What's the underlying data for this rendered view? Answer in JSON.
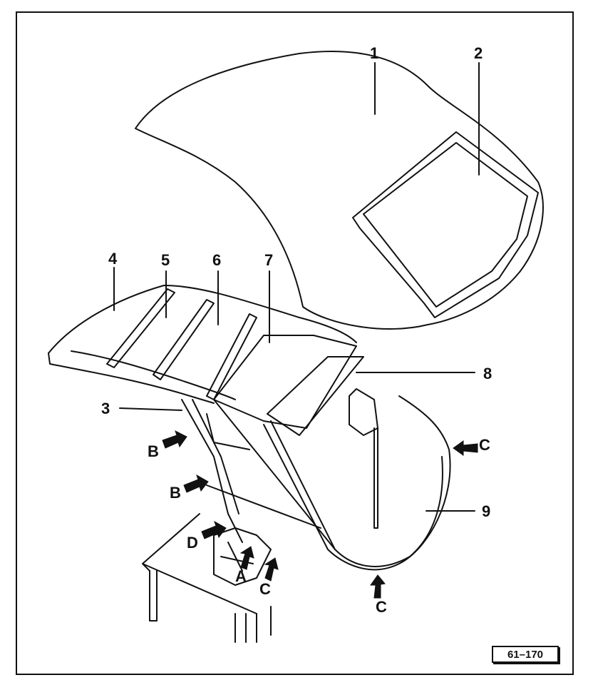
{
  "callouts": {
    "n1": "1",
    "n2": "2",
    "n3": "3",
    "n4": "4",
    "n5": "5",
    "n6": "6",
    "n7": "7",
    "n8": "8",
    "n9": "9"
  },
  "arrows": {
    "b_upper": "B",
    "b_lower": "B",
    "c_right": "C",
    "c_bottom": "C",
    "c_hinge": "C",
    "d": "D",
    "a": "A"
  },
  "figure_ref": "61–170",
  "colors": {
    "ink": "#111111",
    "paper": "#ffffff"
  }
}
